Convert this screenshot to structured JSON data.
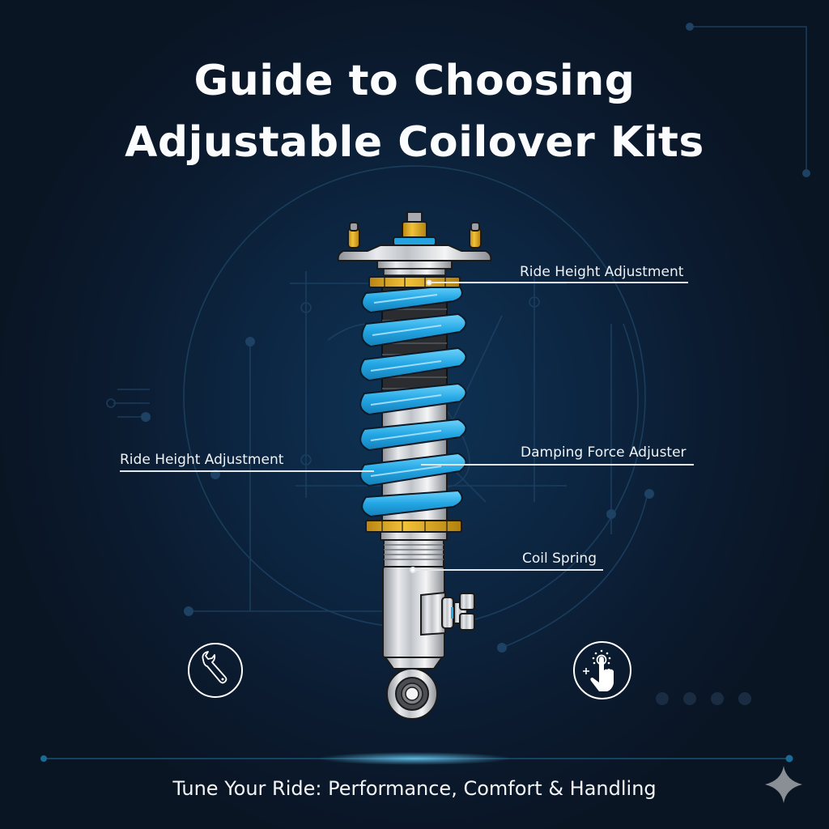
{
  "header": {
    "title_line1": "Guide to Choosing",
    "title_line2": "Adjustable Coilover Kits"
  },
  "diagram": {
    "subject": "Adjustable coilover shock absorber",
    "callouts": [
      {
        "id": "top-right",
        "label": "Ride Height Adjustment",
        "side": "right"
      },
      {
        "id": "mid-left",
        "label": "Ride Height Adjustment",
        "side": "left"
      },
      {
        "id": "mid-right",
        "label": "Damping Force Adjuster",
        "side": "right"
      },
      {
        "id": "lower-right",
        "label": "Coil Spring",
        "side": "right"
      }
    ],
    "colors": {
      "background": "#0b1a2e",
      "spring": "#29a9e6",
      "collar": "#e6b325",
      "body": "#c9ccd1",
      "accent_line": "#3ec4f5"
    }
  },
  "icons": [
    {
      "name": "wrench-icon"
    },
    {
      "name": "touch-adjust-icon"
    }
  ],
  "footer": {
    "tagline": "Tune Your Ride: Performance, Comfort & Handling"
  }
}
